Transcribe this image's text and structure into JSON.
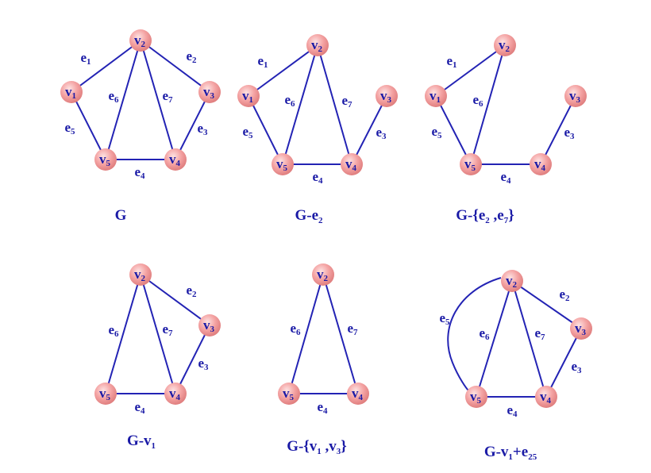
{
  "panels": [
    {
      "id": "g",
      "caption": [
        {
          "t": "G"
        }
      ],
      "nodes": [
        {
          "id": "v1",
          "label": "v",
          "sub": "1"
        },
        {
          "id": "v2",
          "label": "v",
          "sub": "2"
        },
        {
          "id": "v3",
          "label": "v",
          "sub": "3"
        },
        {
          "id": "v4",
          "label": "v",
          "sub": "4"
        },
        {
          "id": "v5",
          "label": "v",
          "sub": "5"
        }
      ],
      "edges": [
        {
          "id": "e1",
          "from": "v1",
          "to": "v2",
          "label": "e",
          "sub": "1"
        },
        {
          "id": "e2",
          "from": "v2",
          "to": "v3",
          "label": "e",
          "sub": "2"
        },
        {
          "id": "e3",
          "from": "v3",
          "to": "v4",
          "label": "e",
          "sub": "3"
        },
        {
          "id": "e4",
          "from": "v5",
          "to": "v4",
          "label": "e",
          "sub": "4"
        },
        {
          "id": "e5",
          "from": "v1",
          "to": "v5",
          "label": "e",
          "sub": "5"
        },
        {
          "id": "e6",
          "from": "v2",
          "to": "v5",
          "label": "e",
          "sub": "6"
        },
        {
          "id": "e7",
          "from": "v2",
          "to": "v4",
          "label": "e",
          "sub": "7"
        }
      ]
    },
    {
      "id": "g-minus-e2",
      "caption": [
        {
          "t": "G-e"
        },
        {
          "t": "2",
          "sub": true
        }
      ],
      "nodes": [
        {
          "id": "v1",
          "label": "v",
          "sub": "1"
        },
        {
          "id": "v2",
          "label": "v",
          "sub": "2"
        },
        {
          "id": "v3",
          "label": "v",
          "sub": "3"
        },
        {
          "id": "v4",
          "label": "v",
          "sub": "4"
        },
        {
          "id": "v5",
          "label": "v",
          "sub": "5"
        }
      ],
      "edges": [
        {
          "id": "e1",
          "from": "v1",
          "to": "v2",
          "label": "e",
          "sub": "1"
        },
        {
          "id": "e3",
          "from": "v3",
          "to": "v4",
          "label": "e",
          "sub": "3"
        },
        {
          "id": "e4",
          "from": "v5",
          "to": "v4",
          "label": "e",
          "sub": "4"
        },
        {
          "id": "e5",
          "from": "v1",
          "to": "v5",
          "label": "e",
          "sub": "5"
        },
        {
          "id": "e6",
          "from": "v2",
          "to": "v5",
          "label": "e",
          "sub": "6"
        },
        {
          "id": "e7",
          "from": "v2",
          "to": "v4",
          "label": "e",
          "sub": "7"
        }
      ]
    },
    {
      "id": "g-minus-e2-e7",
      "caption": [
        {
          "t": "G-{e"
        },
        {
          "t": "2",
          "sub": true
        },
        {
          "t": " ,e"
        },
        {
          "t": "7",
          "sub": true
        },
        {
          "t": "}"
        }
      ],
      "nodes": [
        {
          "id": "v1",
          "label": "v",
          "sub": "1"
        },
        {
          "id": "v2",
          "label": "v",
          "sub": "2"
        },
        {
          "id": "v3",
          "label": "v",
          "sub": "3"
        },
        {
          "id": "v4",
          "label": "v",
          "sub": "4"
        },
        {
          "id": "v5",
          "label": "v",
          "sub": "5"
        }
      ],
      "edges": [
        {
          "id": "e1",
          "from": "v1",
          "to": "v2",
          "label": "e",
          "sub": "1"
        },
        {
          "id": "e3",
          "from": "v3",
          "to": "v4",
          "label": "e",
          "sub": "3"
        },
        {
          "id": "e4",
          "from": "v5",
          "to": "v4",
          "label": "e",
          "sub": "4"
        },
        {
          "id": "e5",
          "from": "v1",
          "to": "v5",
          "label": "e",
          "sub": "5"
        },
        {
          "id": "e6",
          "from": "v2",
          "to": "v5",
          "label": "e",
          "sub": "6"
        }
      ]
    },
    {
      "id": "g-minus-v1",
      "caption": [
        {
          "t": "G-v"
        },
        {
          "t": "1",
          "sub": true
        }
      ],
      "nodes": [
        {
          "id": "v2",
          "label": "v",
          "sub": "2"
        },
        {
          "id": "v3",
          "label": "v",
          "sub": "3"
        },
        {
          "id": "v4",
          "label": "v",
          "sub": "4"
        },
        {
          "id": "v5",
          "label": "v",
          "sub": "5"
        }
      ],
      "edges": [
        {
          "id": "e2",
          "from": "v2",
          "to": "v3",
          "label": "e",
          "sub": "2"
        },
        {
          "id": "e3",
          "from": "v3",
          "to": "v4",
          "label": "e",
          "sub": "3"
        },
        {
          "id": "e4",
          "from": "v5",
          "to": "v4",
          "label": "e",
          "sub": "4"
        },
        {
          "id": "e6",
          "from": "v2",
          "to": "v5",
          "label": "e",
          "sub": "6"
        },
        {
          "id": "e7",
          "from": "v2",
          "to": "v4",
          "label": "e",
          "sub": "7"
        }
      ]
    },
    {
      "id": "g-minus-v1-v3",
      "caption": [
        {
          "t": "G-{v"
        },
        {
          "t": "1",
          "sub": true
        },
        {
          "t": " ,v"
        },
        {
          "t": "3",
          "sub": true
        },
        {
          "t": "}"
        }
      ],
      "nodes": [
        {
          "id": "v2",
          "label": "v",
          "sub": "2"
        },
        {
          "id": "v4",
          "label": "v",
          "sub": "4"
        },
        {
          "id": "v5",
          "label": "v",
          "sub": "5"
        }
      ],
      "edges": [
        {
          "id": "e4",
          "from": "v5",
          "to": "v4",
          "label": "e",
          "sub": "4"
        },
        {
          "id": "e6",
          "from": "v2",
          "to": "v5",
          "label": "e",
          "sub": "6"
        },
        {
          "id": "e7",
          "from": "v2",
          "to": "v4",
          "label": "e",
          "sub": "7"
        }
      ]
    },
    {
      "id": "g-minus-v1-plus-e25",
      "caption": [
        {
          "t": "G-v"
        },
        {
          "t": "1",
          "sub": true
        },
        {
          "t": "+e"
        },
        {
          "t": "25",
          "sub": true
        }
      ],
      "nodes": [
        {
          "id": "v2",
          "label": "v",
          "sub": "2"
        },
        {
          "id": "v3",
          "label": "v",
          "sub": "3"
        },
        {
          "id": "v4",
          "label": "v",
          "sub": "4"
        },
        {
          "id": "v5",
          "label": "v",
          "sub": "5"
        }
      ],
      "edges": [
        {
          "id": "e2",
          "from": "v2",
          "to": "v3",
          "label": "e",
          "sub": "2"
        },
        {
          "id": "e3",
          "from": "v3",
          "to": "v4",
          "label": "e",
          "sub": "3"
        },
        {
          "id": "e4",
          "from": "v5",
          "to": "v4",
          "label": "e",
          "sub": "4"
        },
        {
          "id": "e5",
          "from": "v2",
          "to": "v5",
          "label": "e",
          "sub": "5",
          "curved": true
        },
        {
          "id": "e6",
          "from": "v2",
          "to": "v5",
          "label": "e",
          "sub": "6"
        },
        {
          "id": "e7",
          "from": "v2",
          "to": "v4",
          "label": "e",
          "sub": "7"
        }
      ]
    }
  ],
  "colors": {
    "edge": "#2323b4",
    "label": "#1a1aa6",
    "node_fill": "#f4a3a3",
    "node_center": "#fde2e2",
    "node_edge": "#e07f7f"
  }
}
